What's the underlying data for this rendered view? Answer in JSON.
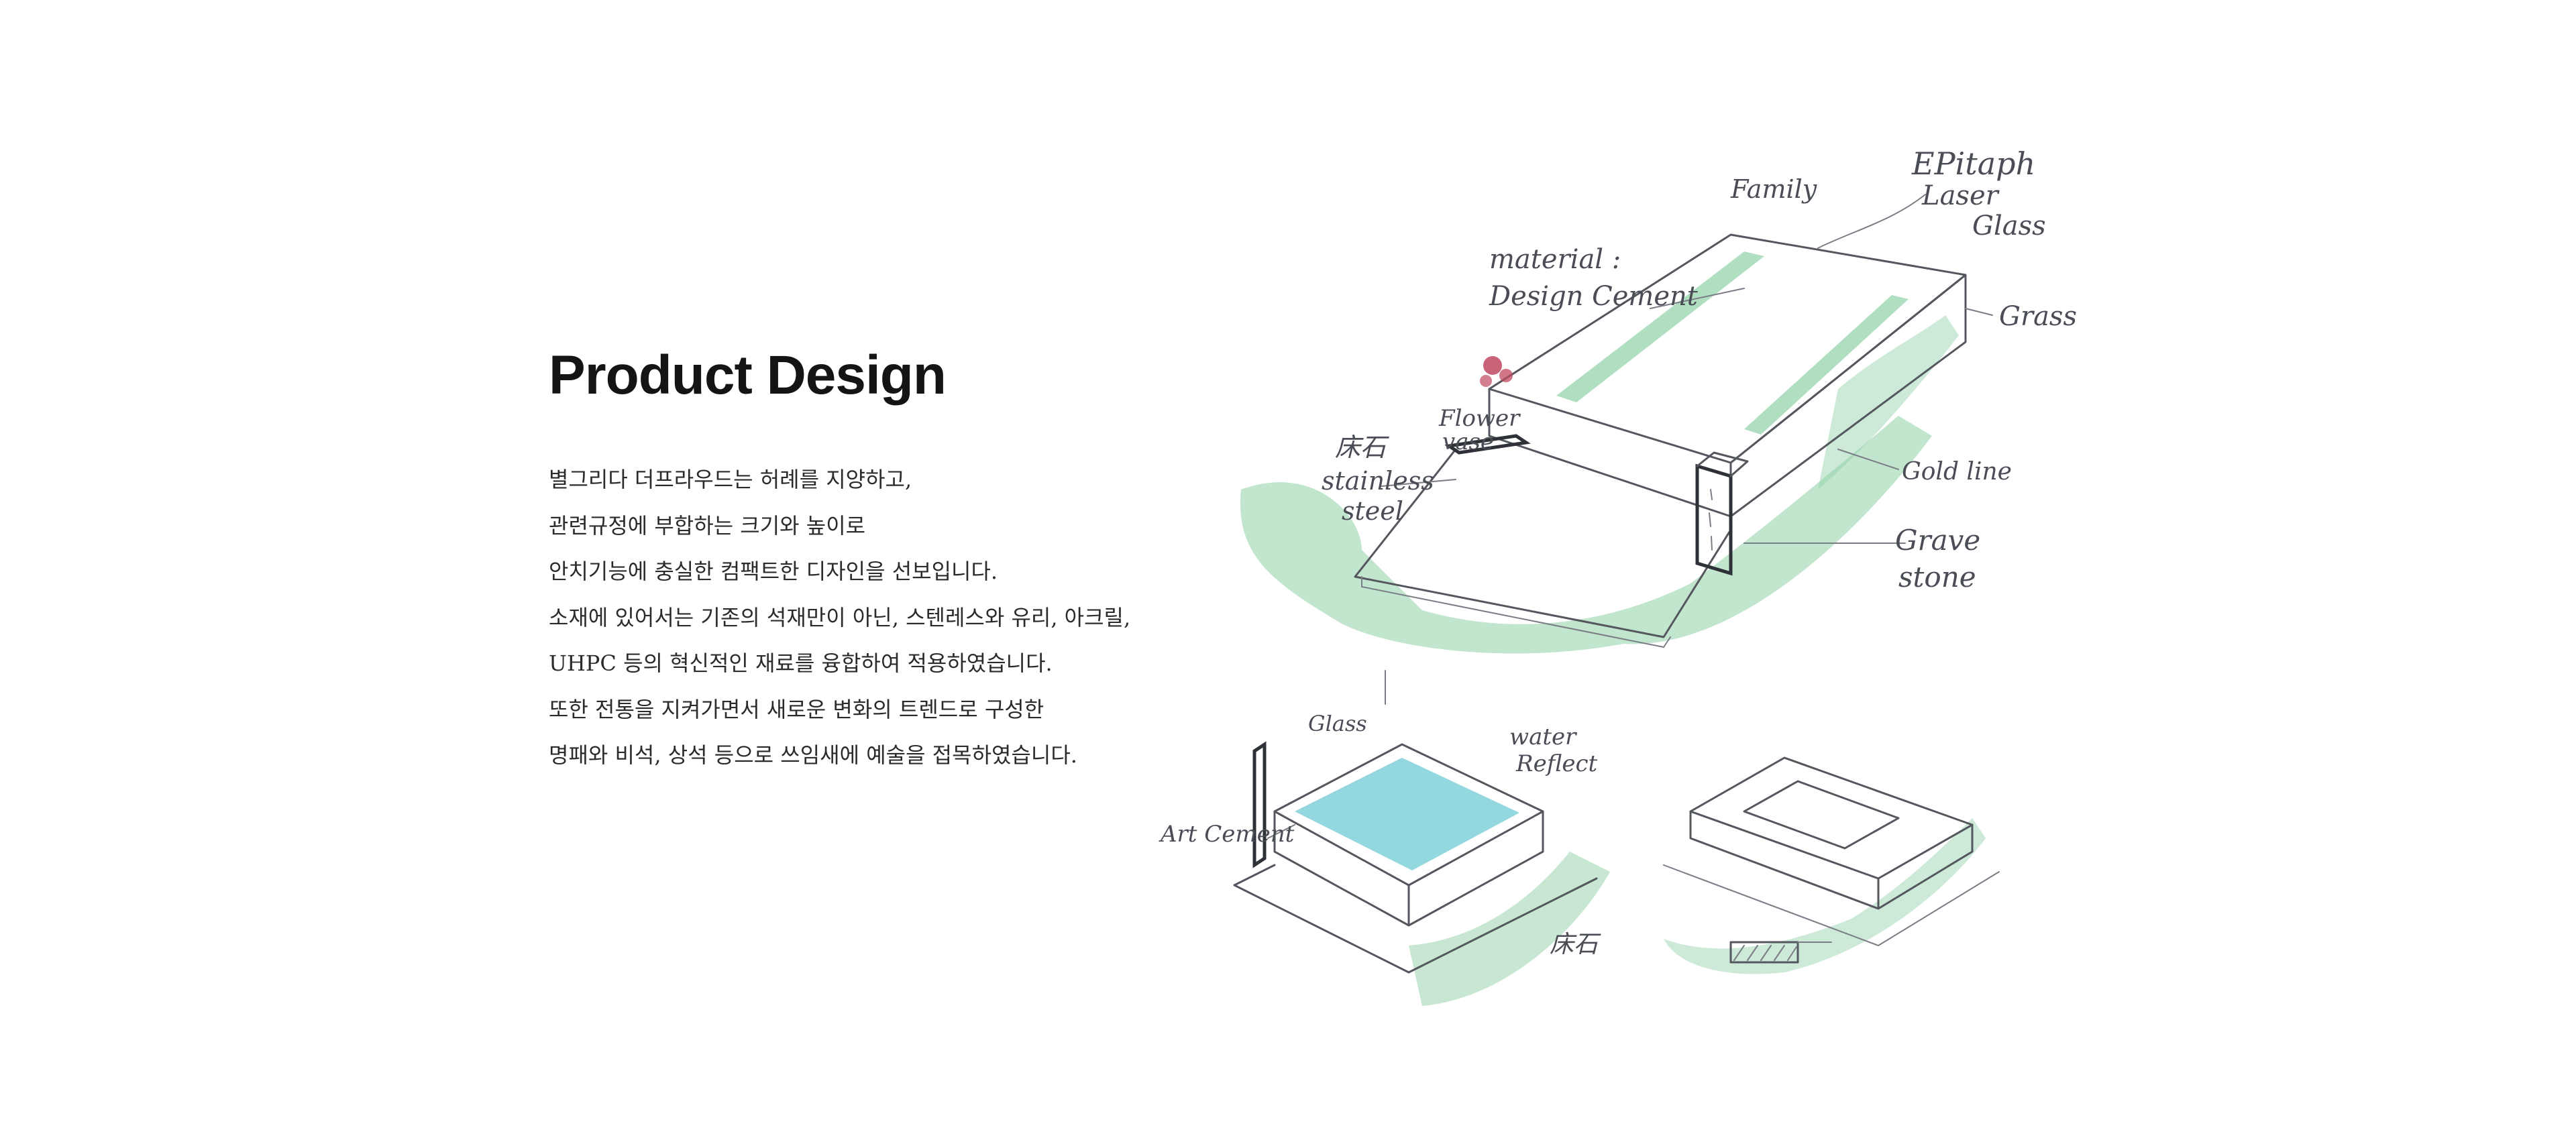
{
  "section": {
    "title": "Product Design",
    "body_lines": [
      "별그리다 더프라우드는 허례를 지양하고,",
      "관련규정에 부합하는 크기와 높이로",
      "안치기능에 충실한 컴팩트한 디자인을 선보입니다.",
      "소재에 있어서는 기존의 석재만이 아닌, 스텐레스와 유리, 아크릴,",
      "UHPC 등의 혁신적인 재료를 융합하여 적용하였습니다.",
      "또한 전통을 지켜가면서 새로운 변화의 트렌드로 구성한",
      "명패와 비석, 상석 등으로 쓰임새에 예술을 접목하였습니다."
    ]
  },
  "sketch": {
    "labels": {
      "epitaph": "EPitaph",
      "laser": "Laser",
      "glass_top": "Glass",
      "family": "Family",
      "material": "material :",
      "design_cement": "Design Cement",
      "grass": "Grass",
      "flower_vase_1": "Flower",
      "flower_vase_2": "vase",
      "han_stone": "床石",
      "stainless_1": "stainless",
      "stainless_2": "steel",
      "gold_line": "Gold line",
      "grave_1": "Grave",
      "grave_2": "stone",
      "glass_small": "Glass",
      "water_1": "water",
      "water_2": "Reflect",
      "art_cement": "Art Cement",
      "han_stone_small": "床石"
    },
    "colors": {
      "grass": "#8fd0a6",
      "water": "#6fc9d4",
      "flower": "#c0485f",
      "pencil": "#55575f"
    }
  }
}
